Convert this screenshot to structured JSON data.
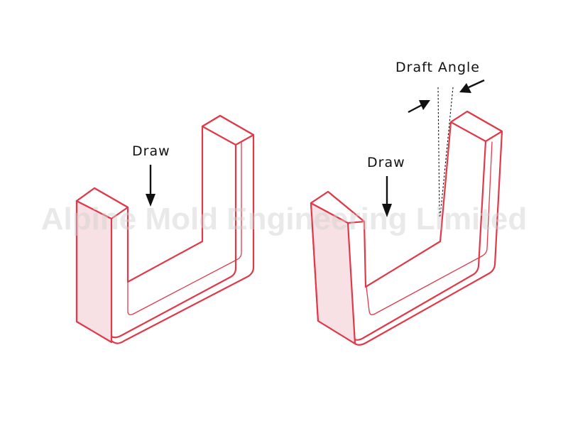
{
  "watermark": "Alpine Mold Engineering Limited",
  "left_part": {
    "draw_label": "Draw"
  },
  "right_part": {
    "draw_label": "Draw",
    "draft_angle_label": "Draft Angle"
  },
  "colors": {
    "outline": "#e0394a",
    "face_fill": "#f7e1e4",
    "text": "#111111"
  }
}
